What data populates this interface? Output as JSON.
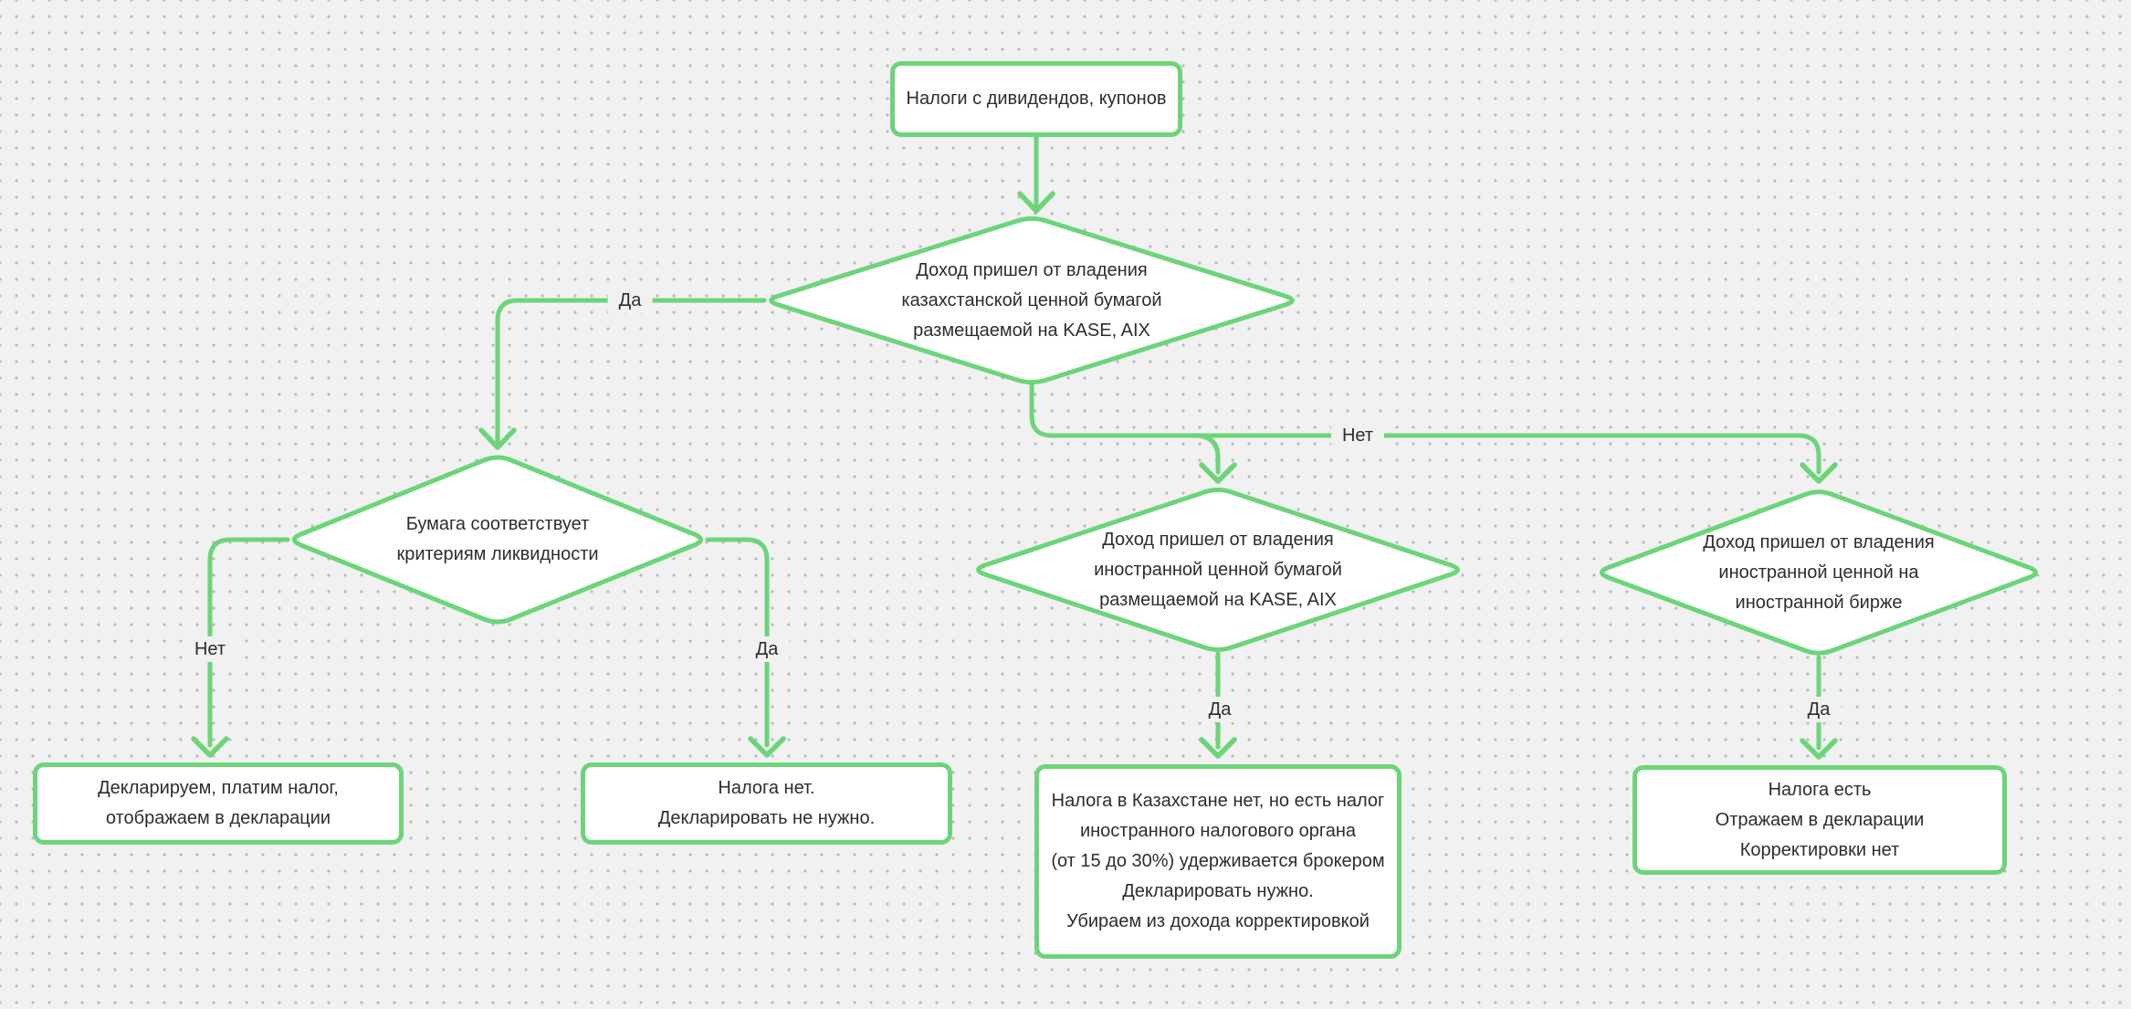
{
  "palette": {
    "accent_green": "#6bd578",
    "canvas_bg": "#f1f1f2",
    "dot_color": "#b9b9bc",
    "node_fill": "#ffffff",
    "text_color": "#2d2d2d"
  },
  "nodes": {
    "start": {
      "text": "Налоги с дивидендов, купонов"
    },
    "d1": {
      "text": "Доход пришел от владения\nказахстанской ценной бумагой\nразмещаемой на KASE, AIX"
    },
    "d2": {
      "text": "Бумага соответствует\nкритериям ликвидности"
    },
    "d3": {
      "text": "Доход пришел от владения\nиностранной ценной бумагой\nразмещаемой на KASE, AIX"
    },
    "d4": {
      "text": "Доход пришел от владения\nиностранной ценной на\nиностранной бирже"
    },
    "b1": {
      "text": "Декларируем, платим налог,\nотображаем в декларации"
    },
    "b2": {
      "text": "Налога нет.\nДекларировать не нужно."
    },
    "b3": {
      "text": "Налога в Казахстане нет, но есть налог\nиностранного налогового органа\n(от 15 до 30%) удерживается брокером\nДекларировать нужно.\nУбираем из дохода корректировкой"
    },
    "b4": {
      "text": "Налога есть\nОтражаем в декларации\nКорректировки нет"
    }
  },
  "edge_labels": {
    "yes1": "Да",
    "no1": "Нет",
    "yes2": "Да",
    "no2": "Нет",
    "yes3": "Да",
    "yes4": "Да"
  }
}
